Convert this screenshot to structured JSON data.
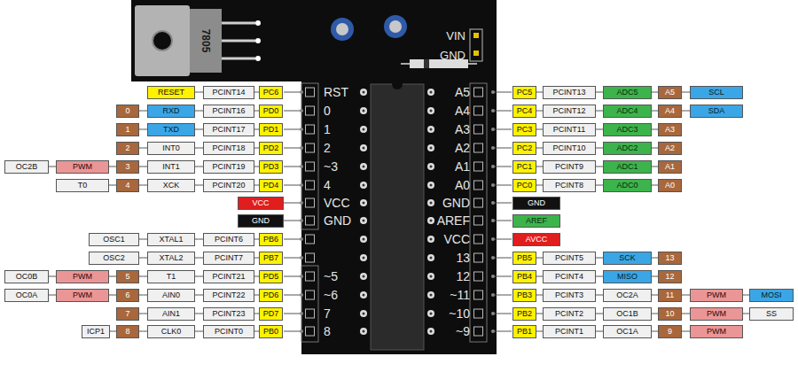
{
  "diagram": {
    "nodes": [
      {
        "text": [
          "RESET"
        ]
      },
      {
        "text": [
          "PCINT14"
        ]
      },
      {
        "text": [
          "PC6"
        ]
      },
      {
        "text": [
          "0"
        ]
      },
      {
        "text": [
          "RXD"
        ]
      },
      {
        "text": [
          "PCINT16"
        ]
      },
      {
        "text": [
          "PD0"
        ]
      },
      {
        "text": [
          "1"
        ]
      },
      {
        "text": [
          "TXD"
        ]
      },
      {
        "text": [
          "PCINT17"
        ]
      },
      {
        "text": [
          "PD1"
        ]
      },
      {
        "text": [
          "2"
        ]
      },
      {
        "text": [
          "INT0"
        ]
      },
      {
        "text": [
          "PCINT18"
        ]
      },
      {
        "text": [
          "PD2"
        ]
      },
      {
        "text": [
          "OC2B"
        ]
      },
      {
        "text": [
          "PWM"
        ]
      },
      {
        "text": [
          "3"
        ]
      },
      {
        "text": [
          "INT1"
        ]
      },
      {
        "text": [
          "PCINT19"
        ]
      },
      {
        "text": [
          "PD3"
        ]
      },
      {
        "text": [
          "T0"
        ]
      },
      {
        "text": [
          "4"
        ]
      },
      {
        "text": [
          "XCK"
        ]
      },
      {
        "text": [
          "PCINT20"
        ]
      },
      {
        "text": [
          "PD4"
        ]
      },
      {
        "text": [
          "VCC"
        ]
      },
      {
        "text": [
          "GND"
        ]
      },
      {
        "text": [
          "OSC1"
        ]
      },
      {
        "text": [
          "XTAL1"
        ]
      },
      {
        "text": [
          "PCINT6"
        ]
      },
      {
        "text": [
          "PB6"
        ]
      },
      {
        "text": [
          "OSC2"
        ]
      },
      {
        "text": [
          "XTAL2"
        ]
      },
      {
        "text": [
          "PCINT7"
        ]
      },
      {
        "text": [
          "PB7"
        ]
      },
      {
        "text": [
          "OC0B"
        ]
      },
      {
        "text": [
          "PWM"
        ]
      },
      {
        "text": [
          "5"
        ]
      },
      {
        "text": [
          "T1"
        ]
      },
      {
        "text": [
          "PCINT21"
        ]
      },
      {
        "text": [
          "PD5"
        ]
      },
      {
        "text": [
          "OC0A"
        ]
      },
      {
        "text": [
          "PWM"
        ]
      },
      {
        "text": [
          "6"
        ]
      },
      {
        "text": [
          "AIN0"
        ]
      },
      {
        "text": [
          "PCINT22"
        ]
      },
      {
        "text": [
          "PD6"
        ]
      },
      {
        "text": [
          "7"
        ]
      },
      {
        "text": [
          "AIN1"
        ]
      },
      {
        "text": [
          "PCINT23"
        ]
      },
      {
        "text": [
          "PD7"
        ]
      },
      {
        "text": [
          "ICP1"
        ]
      },
      {
        "text": [
          "8"
        ]
      },
      {
        "text": [
          "CLK0"
        ]
      },
      {
        "text": [
          "PCINT0"
        ]
      },
      {
        "text": [
          "PB0"
        ]
      },
      {
        "text": [
          "PC5"
        ]
      },
      {
        "text": [
          "PCINT13"
        ]
      },
      {
        "text": [
          "ADC5"
        ]
      },
      {
        "text": [
          "A5"
        ]
      },
      {
        "text": [
          "SCL"
        ]
      },
      {
        "text": [
          "PC4"
        ]
      },
      {
        "text": [
          "PCINT12"
        ]
      },
      {
        "text": [
          "ADC4"
        ]
      },
      {
        "text": [
          "A4"
        ]
      },
      {
        "text": [
          "SDA"
        ]
      },
      {
        "text": [
          "PC3"
        ]
      },
      {
        "text": [
          "PCINT11"
        ]
      },
      {
        "text": [
          "ADC3"
        ]
      },
      {
        "text": [
          "A3"
        ]
      },
      {
        "text": [
          "PC2"
        ]
      },
      {
        "text": [
          "PCINT10"
        ]
      },
      {
        "text": [
          "ADC2"
        ]
      },
      {
        "text": [
          "A2"
        ]
      },
      {
        "text": [
          "PC1"
        ]
      },
      {
        "text": [
          "PCINT9"
        ]
      },
      {
        "text": [
          "ADC1"
        ]
      },
      {
        "text": [
          "A1"
        ]
      },
      {
        "text": [
          "PC0"
        ]
      },
      {
        "text": [
          "PCINT8"
        ]
      },
      {
        "text": [
          "ADC0"
        ]
      },
      {
        "text": [
          "A0"
        ]
      },
      {
        "text": [
          "GND"
        ]
      },
      {
        "text": [
          "AREF"
        ]
      },
      {
        "text": [
          "AVCC"
        ]
      },
      {
        "text": [
          "PB5"
        ]
      },
      {
        "text": [
          "PCINT5"
        ]
      },
      {
        "text": [
          "SCK"
        ]
      },
      {
        "text": [
          "13"
        ]
      },
      {
        "text": [
          "PB4"
        ]
      },
      {
        "text": [
          "PCINT4"
        ]
      },
      {
        "text": [
          "MISO"
        ]
      },
      {
        "text": [
          "12"
        ]
      },
      {
        "text": [
          "PB3"
        ]
      },
      {
        "text": [
          "PCINT3"
        ]
      },
      {
        "text": [
          "OC2A"
        ]
      },
      {
        "text": [
          "11"
        ]
      },
      {
        "text": [
          "PWM"
        ]
      },
      {
        "text": [
          "MOSI"
        ]
      },
      {
        "text": [
          "PB2"
        ]
      },
      {
        "text": [
          "PCINT2"
        ]
      },
      {
        "text": [
          "OC1B"
        ]
      },
      {
        "text": [
          "10"
        ]
      },
      {
        "text": [
          "PWM"
        ]
      },
      {
        "text": [
          "SS"
        ]
      },
      {
        "text": [
          "PB1"
        ]
      },
      {
        "text": [
          "PCINT1"
        ]
      },
      {
        "text": [
          "OC1A"
        ]
      },
      {
        "text": [
          "9"
        ]
      },
      {
        "text": [
          "PWM"
        ]
      }
    ],
    "edges": [
      {
        "from": 0,
        "to": 1,
        "arrow": "none"
      },
      {
        "from": 1,
        "to": 2,
        "arrow": "none"
      },
      {
        "from": 3,
        "to": 4,
        "arrow": "none"
      },
      {
        "from": 4,
        "to": 5,
        "arrow": "none"
      },
      {
        "from": 5,
        "to": 6,
        "arrow": "none"
      },
      {
        "from": 7,
        "to": 8,
        "arrow": "none"
      },
      {
        "from": 8,
        "to": 9,
        "arrow": "none"
      },
      {
        "from": 9,
        "to": 10,
        "arrow": "none"
      },
      {
        "from": 11,
        "to": 12,
        "arrow": "none"
      },
      {
        "from": 12,
        "to": 13,
        "arrow": "none"
      },
      {
        "from": 13,
        "to": 14,
        "arrow": "none"
      },
      {
        "from": 15,
        "to": 16,
        "arrow": "none"
      },
      {
        "from": 16,
        "to": 17,
        "arrow": "none"
      },
      {
        "from": 17,
        "to": 18,
        "arrow": "none"
      },
      {
        "from": 18,
        "to": 19,
        "arrow": "none"
      },
      {
        "from": 19,
        "to": 20,
        "arrow": "none"
      },
      {
        "from": 21,
        "to": 22,
        "arrow": "none"
      },
      {
        "from": 22,
        "to": 23,
        "arrow": "none"
      },
      {
        "from": 23,
        "to": 24,
        "arrow": "none"
      },
      {
        "from": 24,
        "to": 25,
        "arrow": "none"
      },
      {
        "from": 28,
        "to": 29,
        "arrow": "none"
      },
      {
        "from": 29,
        "to": 30,
        "arrow": "none"
      },
      {
        "from": 30,
        "to": 31,
        "arrow": "none"
      },
      {
        "from": 32,
        "to": 33,
        "arrow": "none"
      },
      {
        "from": 33,
        "to": 34,
        "arrow": "none"
      },
      {
        "from": 34,
        "to": 35,
        "arrow": "none"
      },
      {
        "from": 36,
        "to": 37,
        "arrow": "none"
      },
      {
        "from": 37,
        "to": 38,
        "arrow": "none"
      },
      {
        "from": 38,
        "to": 39,
        "arrow": "none"
      },
      {
        "from": 39,
        "to": 40,
        "arrow": "none"
      },
      {
        "from": 40,
        "to": 41,
        "arrow": "none"
      },
      {
        "from": 42,
        "to": 43,
        "arrow": "none"
      },
      {
        "from": 43,
        "to": 44,
        "arrow": "none"
      },
      {
        "from": 44,
        "to": 45,
        "arrow": "none"
      },
      {
        "from": 45,
        "to": 46,
        "arrow": "none"
      },
      {
        "from": 46,
        "to": 47,
        "arrow": "none"
      },
      {
        "from": 48,
        "to": 49,
        "arrow": "none"
      },
      {
        "from": 49,
        "to": 50,
        "arrow": "none"
      },
      {
        "from": 50,
        "to": 51,
        "arrow": "none"
      },
      {
        "from": 52,
        "to": 53,
        "arrow": "none"
      },
      {
        "from": 53,
        "to": 54,
        "arrow": "none"
      },
      {
        "from": 54,
        "to": 55,
        "arrow": "none"
      },
      {
        "from": 55,
        "to": 56,
        "arrow": "none"
      },
      {
        "from": 57,
        "to": 58,
        "arrow": "none"
      },
      {
        "from": 58,
        "to": 59,
        "arrow": "none"
      },
      {
        "from": 59,
        "to": 60,
        "arrow": "none"
      },
      {
        "from": 60,
        "to": 61,
        "arrow": "none"
      },
      {
        "from": 62,
        "to": 63,
        "arrow": "none"
      },
      {
        "from": 63,
        "to": 64,
        "arrow": "none"
      },
      {
        "from": 64,
        "to": 65,
        "arrow": "none"
      },
      {
        "from": 65,
        "to": 66,
        "arrow": "none"
      },
      {
        "from": 67,
        "to": 68,
        "arrow": "none"
      },
      {
        "from": 68,
        "to": 69,
        "arrow": "none"
      },
      {
        "from": 69,
        "to": 70,
        "arrow": "none"
      },
      {
        "from": 71,
        "to": 72,
        "arrow": "none"
      },
      {
        "from": 72,
        "to": 73,
        "arrow": "none"
      },
      {
        "from": 73,
        "to": 74,
        "arrow": "none"
      },
      {
        "from": 75,
        "to": 76,
        "arrow": "none"
      },
      {
        "from": 76,
        "to": 77,
        "arrow": "none"
      },
      {
        "from": 77,
        "to": 78,
        "arrow": "none"
      },
      {
        "from": 79,
        "to": 80,
        "arrow": "none"
      },
      {
        "from": 80,
        "to": 81,
        "arrow": "none"
      },
      {
        "from": 81,
        "to": 82,
        "arrow": "none"
      },
      {
        "from": 86,
        "to": 87,
        "arrow": "none"
      },
      {
        "from": 87,
        "to": 88,
        "arrow": "none"
      },
      {
        "from": 88,
        "to": 89,
        "arrow": "none"
      },
      {
        "from": 90,
        "to": 91,
        "arrow": "none"
      },
      {
        "from": 91,
        "to": 92,
        "arrow": "none"
      },
      {
        "from": 92,
        "to": 93,
        "arrow": "none"
      },
      {
        "from": 94,
        "to": 95,
        "arrow": "none"
      },
      {
        "from": 95,
        "to": 96,
        "arrow": "none"
      },
      {
        "from": 96,
        "to": 97,
        "arrow": "none"
      },
      {
        "from": 97,
        "to": 98,
        "arrow": "none"
      },
      {
        "from": 98,
        "to": 99,
        "arrow": "none"
      },
      {
        "from": 100,
        "to": 101,
        "arrow": "none"
      },
      {
        "from": 101,
        "to": 102,
        "arrow": "none"
      },
      {
        "from": 102,
        "to": 103,
        "arrow": "none"
      },
      {
        "from": 103,
        "to": 104,
        "arrow": "none"
      },
      {
        "from": 104,
        "to": 105,
        "arrow": "none"
      },
      {
        "from": 106,
        "to": 107,
        "arrow": "none"
      },
      {
        "from": 107,
        "to": 108,
        "arrow": "none"
      },
      {
        "from": 108,
        "to": 109,
        "arrow": "none"
      },
      {
        "from": 109,
        "to": 110,
        "arrow": "none"
      }
    ],
    "labels": [
      "7805",
      "VIN",
      "GND",
      "RST",
      "0",
      "1",
      "2",
      "~3",
      "4",
      "VCC",
      "GND",
      "~5",
      "~6",
      "7",
      "8",
      "A5",
      "A4",
      "A3",
      "A2",
      "A1",
      "A0",
      "GND",
      "AREF",
      "VCC",
      "13",
      "12",
      "~11",
      "~10",
      "~9"
    ]
  }
}
